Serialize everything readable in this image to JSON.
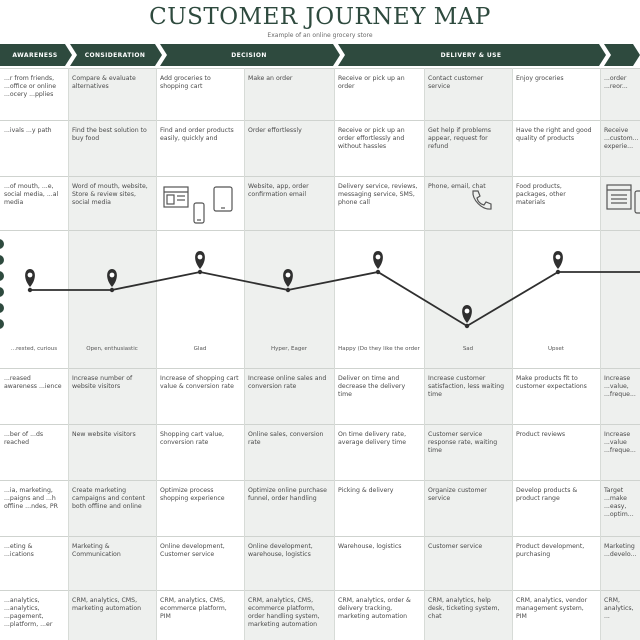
{
  "title": "CUSTOMER JOURNEY MAP",
  "subtitle": "Example of an online grocery store",
  "colors": {
    "dark": "#2e4a3e",
    "shade": "#eef0ee",
    "line": "#2f2f2f",
    "grid": "#cfd3cf"
  },
  "phases": [
    {
      "label": "AWARENESS",
      "icon": "chevron-banner"
    },
    {
      "label": "CONSIDERATION",
      "icon": "chevron-banner"
    },
    {
      "label": "DECISION",
      "icon": "chevron-banner"
    },
    {
      "label": "DELIVERY & USE",
      "icon": "chevron-banner"
    },
    {
      "label": "",
      "icon": "chevron-banner"
    }
  ],
  "rows": [
    [
      "...r from friends, ...office or online ...ocery ...pplies",
      "Compare & evaluate alternatives",
      "Add groceries to shopping cart",
      "Make an order",
      "Receive or pick up an order",
      "Contact customer service",
      "Enjoy groceries",
      "...order ...reor..."
    ],
    [
      "...ivals ...y path",
      "Find the best solution to buy food",
      "Find and order products easily, quickly and",
      "Order effortlessly",
      "Receive or pick up an order effortlessly and without hassles",
      "Get help if problems appear, request for refund",
      "Have the right and good quality of products",
      "Receive ...custom... experie..."
    ],
    [
      "...of mouth, ...e, social media, ...al media",
      "Word of mouth, website, Store & review sites, social media",
      "",
      "Website, app, order confirmation email",
      "Delivery service, reviews, messaging service, SMS, phone call",
      "Phone, email, chat",
      "Food products, packages, other materials",
      ""
    ],
    [
      "...",
      "",
      "",
      "",
      "",
      "",
      "",
      ""
    ],
    [
      "...reased awareness ...ience",
      "Increase number of website visitors",
      "Increase of shopping cart value & conversion rate",
      "Increase online sales and conversion rate",
      "Deliver on time and decrease the delivery time",
      "Increase customer satisfaction, less waiting time",
      "Make products fit to customer expectations",
      "Increase ...value, ...freque..."
    ],
    [
      "...ber of ...ds reached",
      "New website visitors",
      "Shopping cart value, conversion rate",
      "Online sales, conversion rate",
      "On time delivery rate, average delivery time",
      "Customer service response rate, waiting time",
      "Product reviews",
      "Increase ...value ...freque..."
    ],
    [
      "...ia, marketing, ...paigns and ...h offline ...ndes, PR",
      "Create marketing campaigns and content both offline and online",
      "Optimize process shopping experience",
      "Optimize online purchase funnel, order handling",
      "Picking & delivery",
      "Organize customer service",
      "Develop products & product range",
      "Target ...make ...easy, ...optim..."
    ],
    [
      "...eting & ...ications",
      "Marketing & Communication",
      "Online development, Customer service",
      "Online development, warehouse, logistics",
      "Warehouse, logistics",
      "Customer service",
      "Product development, purchasing",
      "Marketing ...develo..."
    ],
    [
      "...analytics, ...analytics, ...pagement, ...platform, ...er",
      "CRM, analytics, CMS, marketing automation",
      "CRM, analytics, CMS, ecommerce platform, PIM",
      "CRM, analytics, CMS, ecommerce platform, order handling system, marketing automation",
      "CRM, analytics, order & delivery tracking, marketing automation",
      "CRM, analytics, help desk, ticketing system, chat",
      "CRM, analytics, vendor management system, PIM",
      "CRM, analytics, ..."
    ]
  ],
  "emotion_labels": [
    "...rested, curious",
    "Open, enthusiastic",
    "Glad",
    "Hyper, Eager",
    "Happy (Do they like the order",
    "Sad",
    "Upset",
    ""
  ],
  "icons": {
    "touchpoints_c3": [
      "browser-window-icon",
      "tablet-icon",
      "phone-icon"
    ],
    "touchpoints_c6": "telephone-handset-icon",
    "touchpoints_c8": [
      "browser-window-icon",
      "tablet-icon"
    ],
    "emotion_marker": "map-pin-icon"
  },
  "chart_data": {
    "type": "line",
    "categories": [
      "",
      "",
      "",
      "",
      "",
      "",
      "",
      ""
    ],
    "values": [
      3,
      3,
      4,
      3,
      4,
      1,
      4,
      4
    ],
    "ylim": [
      0,
      5
    ],
    "grid": false,
    "title": "",
    "xlabel": "",
    "ylabel": ""
  }
}
